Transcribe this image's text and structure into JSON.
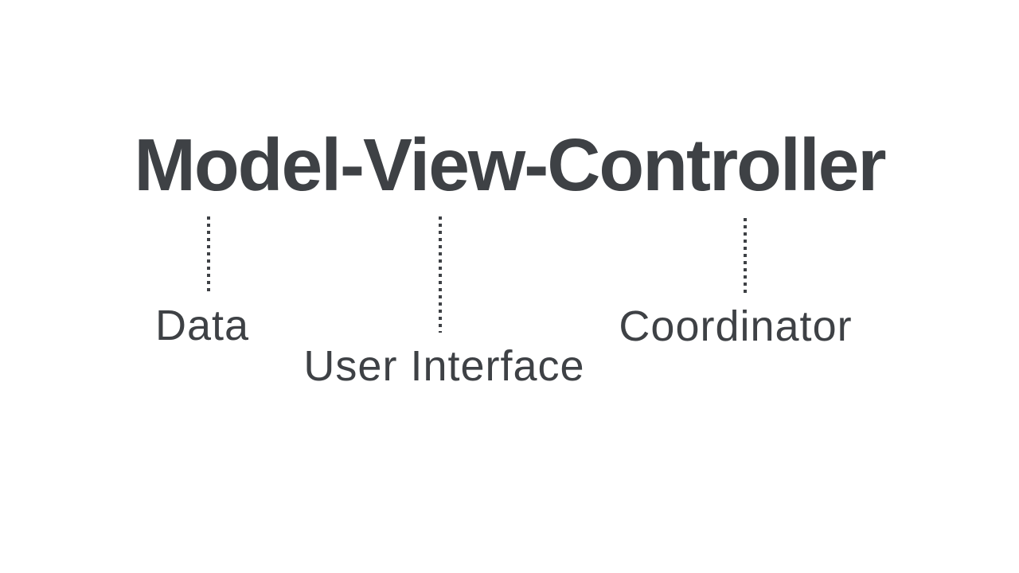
{
  "slide": {
    "background_color": "#ffffff",
    "text_color": "#3e4145",
    "title": "Model-View-Controller",
    "connector_style": "dotted-vertical-line",
    "annotations": [
      {
        "id": "model",
        "term": "Model",
        "label": "Data"
      },
      {
        "id": "view",
        "term": "View",
        "label": "User Interface"
      },
      {
        "id": "controller",
        "term": "Controller",
        "label": "Coordinator"
      }
    ]
  }
}
